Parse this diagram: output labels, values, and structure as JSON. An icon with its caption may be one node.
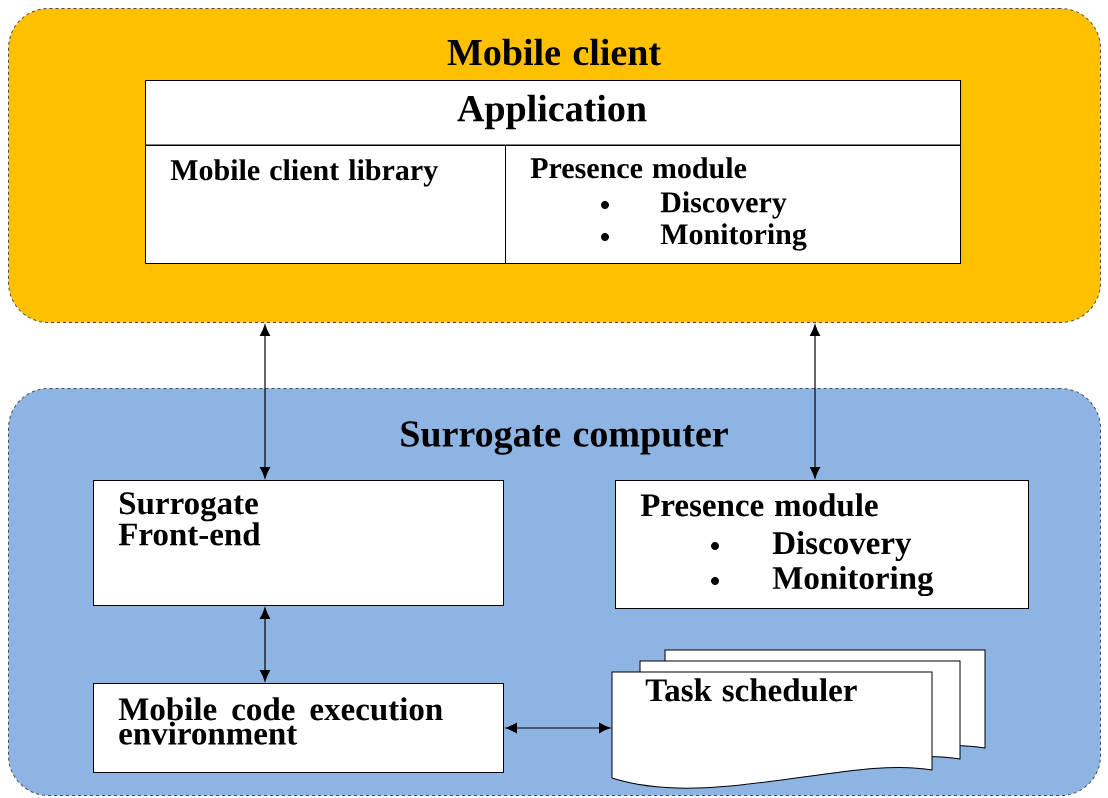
{
  "diagram": {
    "nodes": [
      {
        "text": [
          "Mobile client"
        ]
      },
      {
        "text": [
          "Application"
        ],
        "in": 0
      },
      {
        "text": [
          "Mobile client library"
        ],
        "in": 1
      },
      {
        "text": [
          "Presence module",
          "Discovery",
          "Monitoring"
        ],
        "in": 1
      },
      {
        "text": [
          "Surrogate computer"
        ]
      },
      {
        "text": [
          "Surrogate Front-end"
        ],
        "in": 4
      },
      {
        "text": [
          "Presence module",
          "Discovery",
          "Monitoring"
        ],
        "in": 4
      },
      {
        "text": [
          "Mobile code execution environment"
        ],
        "in": 4
      },
      {
        "text": [
          "Task scheduler"
        ],
        "in": 4
      }
    ],
    "edges": [
      {
        "from": 0,
        "to": 5,
        "arrow": "both"
      },
      {
        "from": 0,
        "to": 6,
        "arrow": "both"
      },
      {
        "from": 5,
        "to": 7,
        "arrow": "both"
      },
      {
        "from": 7,
        "to": 8,
        "arrow": "both"
      }
    ]
  }
}
